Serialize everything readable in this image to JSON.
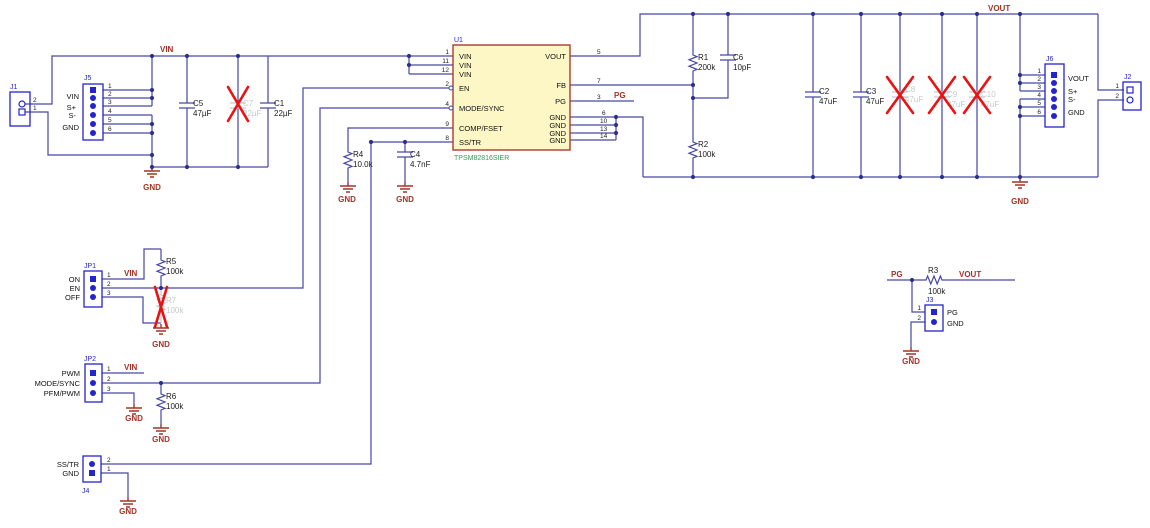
{
  "nets": {
    "vin": "VIN",
    "vout": "VOUT",
    "pg": "PG",
    "gnd": "GND"
  },
  "u1": {
    "ref": "U1",
    "part": "TPSM82816SIER",
    "pl": [
      {
        "n": "1",
        "name": "VIN"
      },
      {
        "n": "11",
        "name": "VIN"
      },
      {
        "n": "12",
        "name": "VIN"
      },
      {
        "n": "2",
        "name": "EN"
      },
      {
        "n": "4",
        "name": "MODE/SYNC"
      },
      {
        "n": "9",
        "name": "COMP/FSET"
      },
      {
        "n": "8",
        "name": "SS/TR"
      }
    ],
    "pr": [
      {
        "n": "5",
        "name": "VOUT"
      },
      {
        "n": "7",
        "name": "FB"
      },
      {
        "n": "3",
        "name": "PG"
      },
      {
        "n": "6",
        "name": "GND"
      },
      {
        "n": "10",
        "name": "GND"
      },
      {
        "n": "13",
        "name": "GND"
      },
      {
        "n": "14",
        "name": "GND"
      }
    ]
  },
  "j1": {
    "ref": "J1",
    "pins": [
      "2",
      "1"
    ]
  },
  "j5": {
    "ref": "J5",
    "pins": [
      "1",
      "2",
      "3",
      "4",
      "5",
      "6"
    ],
    "labels": [
      "VIN",
      "S+",
      "S-",
      "GND"
    ]
  },
  "j6": {
    "ref": "J6",
    "pins": [
      "1",
      "2",
      "3",
      "4",
      "5",
      "6"
    ],
    "labels": [
      "VOUT",
      "S+",
      "S-",
      "GND"
    ]
  },
  "j2": {
    "ref": "J2",
    "pins": [
      "1",
      "2"
    ]
  },
  "jp1": {
    "ref": "JP1",
    "pins": [
      "1",
      "2",
      "3"
    ],
    "labels": [
      "ON",
      "EN",
      "OFF"
    ]
  },
  "jp2": {
    "ref": "JP2",
    "pins": [
      "1",
      "2",
      "3"
    ],
    "labels": [
      "PWM",
      "MODE/SYNC",
      "PFM/PWM"
    ]
  },
  "j4": {
    "ref": "J4",
    "pins": [
      "2",
      "1"
    ],
    "labels": [
      "SS/TR",
      "GND"
    ]
  },
  "j3": {
    "ref": "J3",
    "pins": [
      "1",
      "2"
    ],
    "labels": [
      "PG",
      "GND"
    ]
  },
  "parts": {
    "c5": {
      "ref": "C5",
      "val": "47µF"
    },
    "c7": {
      "ref": "C7",
      "val": "22µF",
      "dnp": true
    },
    "c1": {
      "ref": "C1",
      "val": "22µF"
    },
    "r4": {
      "ref": "R4",
      "val": "10.0k"
    },
    "c4": {
      "ref": "C4",
      "val": "4.7nF"
    },
    "r5": {
      "ref": "R5",
      "val": "100k"
    },
    "r7": {
      "ref": "R7",
      "val": "100k",
      "dnp": true
    },
    "r6": {
      "ref": "R6",
      "val": "100k"
    },
    "r1": {
      "ref": "R1",
      "val": "200k"
    },
    "c6": {
      "ref": "C6",
      "val": "10pF"
    },
    "r2": {
      "ref": "R2",
      "val": "100k"
    },
    "c2": {
      "ref": "C2",
      "val": "47uF"
    },
    "c3": {
      "ref": "C3",
      "val": "47uF"
    },
    "c8": {
      "ref": "C8",
      "val": "47uF",
      "dnp": true
    },
    "c9": {
      "ref": "C9",
      "val": "47uF",
      "dnp": true
    },
    "c10": {
      "ref": "C10",
      "val": "47uF",
      "dnp": true
    },
    "r3": {
      "ref": "R3",
      "val": "100k"
    }
  },
  "colors": {
    "wire": "#4747A3",
    "connector": "#2424CC",
    "net_label": "#A33327",
    "chip_fill": "#FCF7C5",
    "chip_border": "#B03A2E",
    "part_number": "#2F9E60",
    "dnp_gray": "#C6CACD",
    "x_mark": "#E81313"
  }
}
